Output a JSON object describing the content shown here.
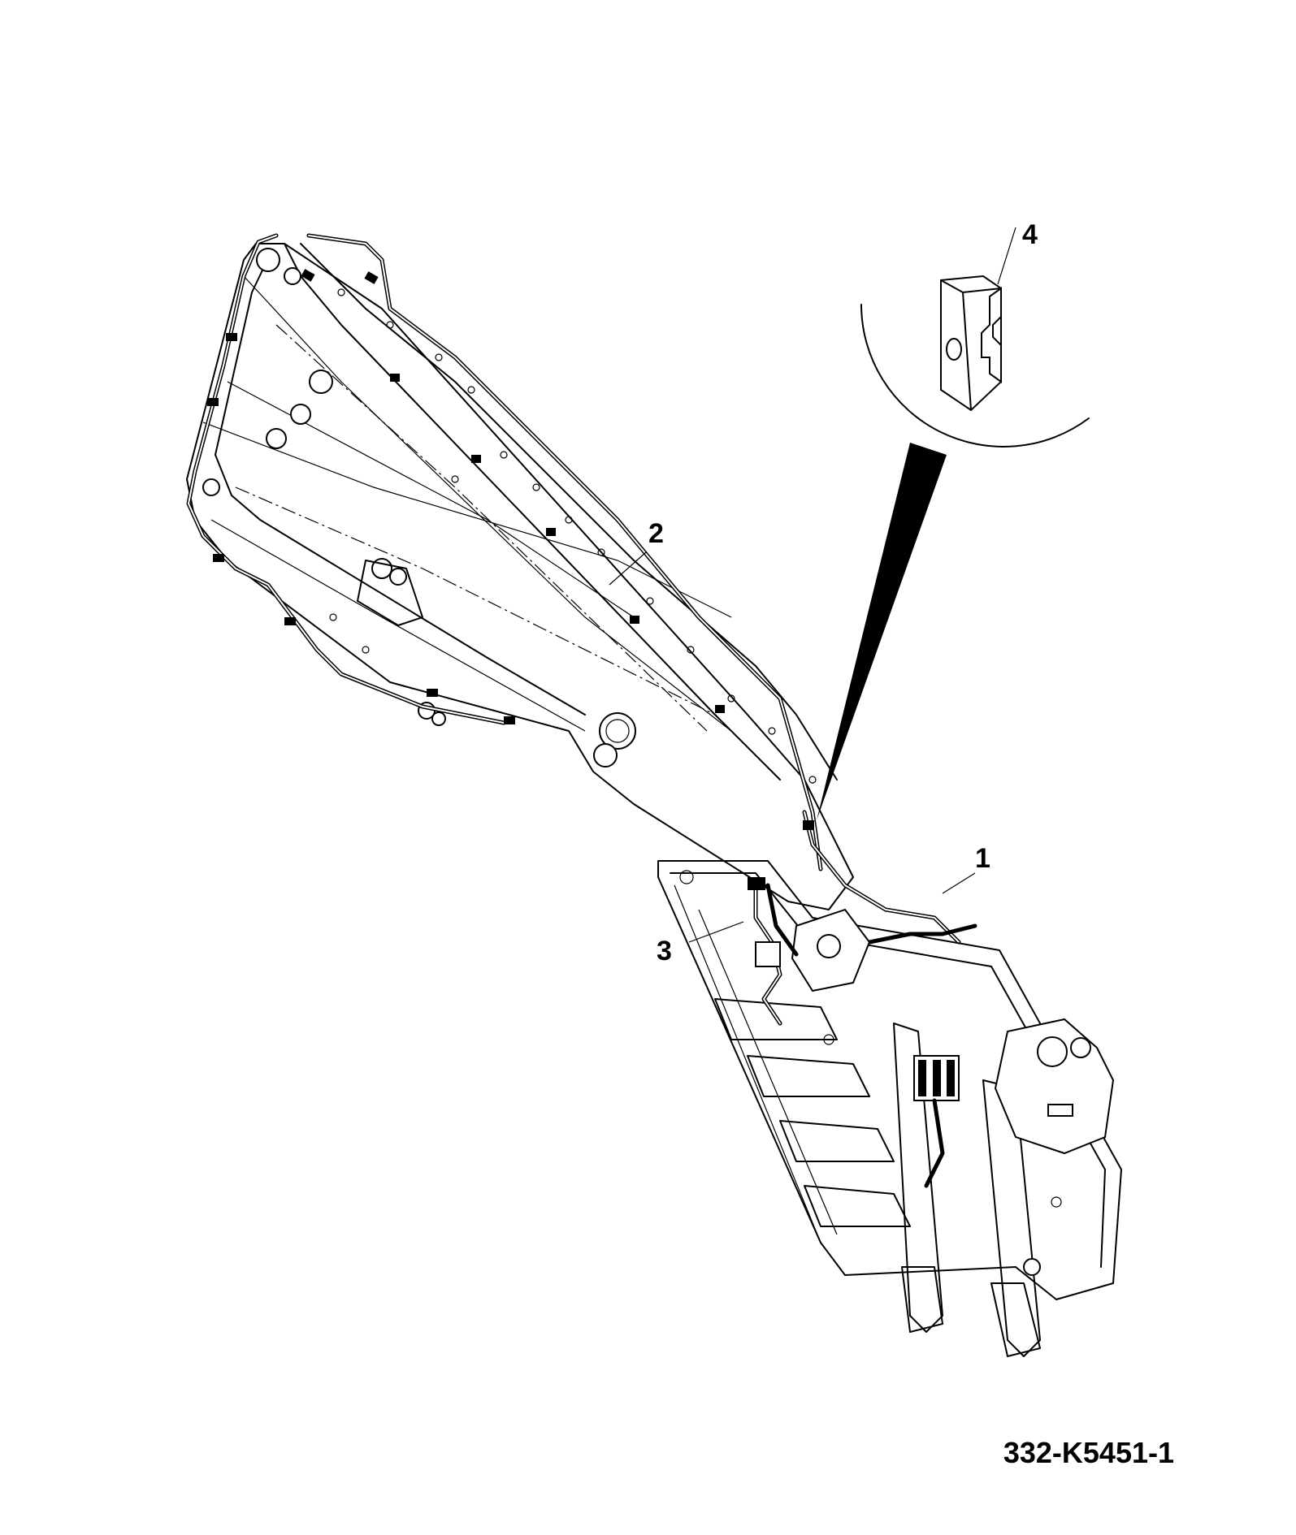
{
  "callouts": [
    {
      "id": "1",
      "label": "1"
    },
    {
      "id": "2",
      "label": "2"
    },
    {
      "id": "3",
      "label": "3"
    },
    {
      "id": "4",
      "label": "4"
    }
  ],
  "figure_reference": "332-K5451-1"
}
